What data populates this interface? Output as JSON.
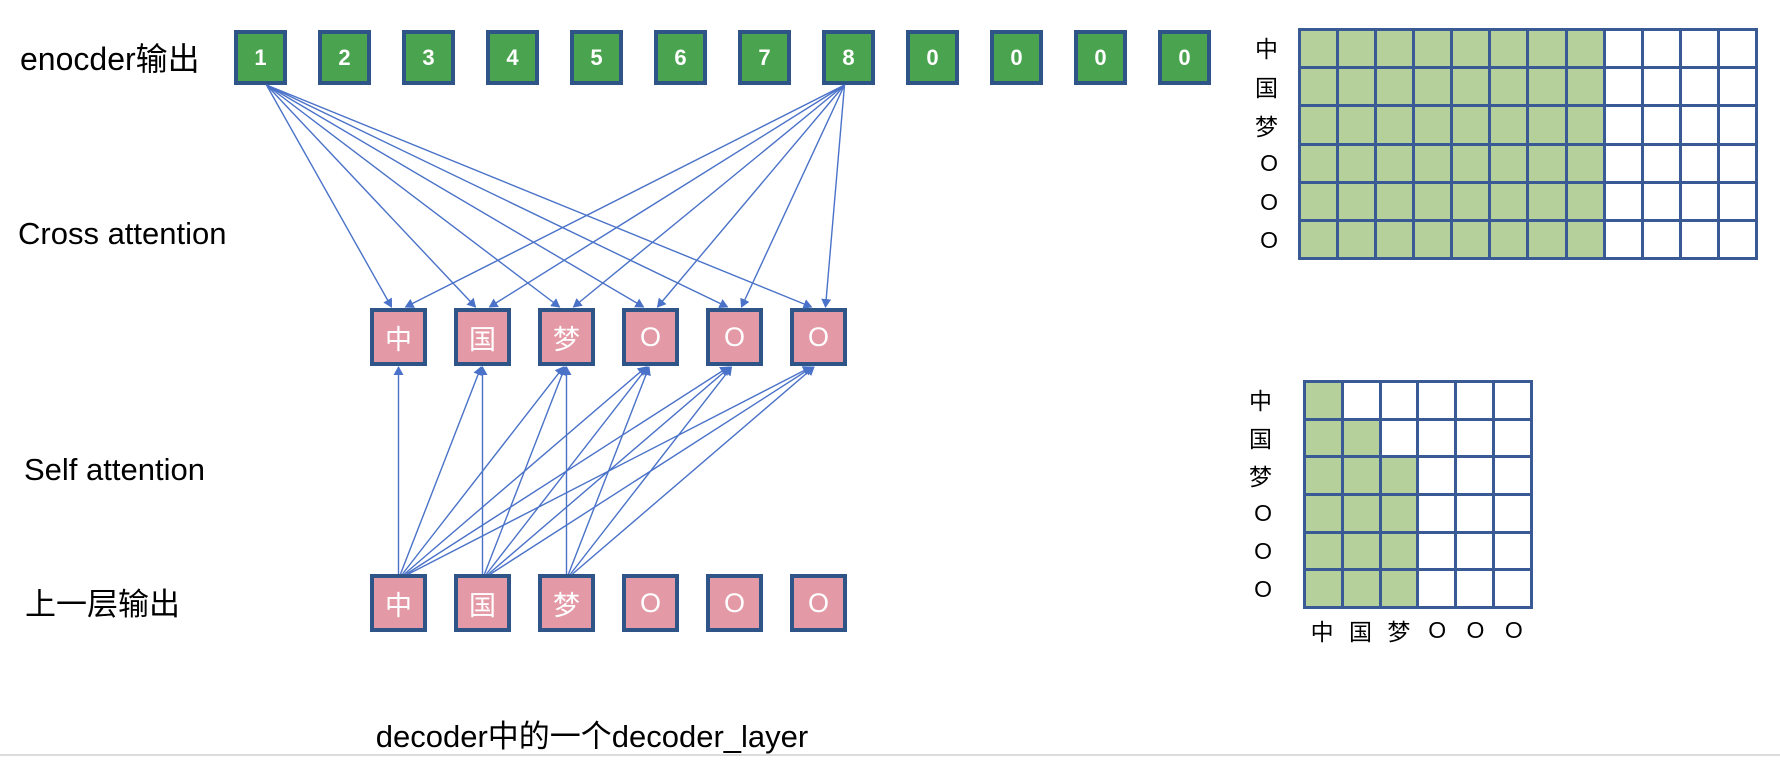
{
  "labels": {
    "encoder_output": "enocder输出",
    "cross_attention": "Cross attention",
    "self_attention": "Self attention",
    "prev_layer_output": "上一层输出"
  },
  "caption": "decoder中的一个decoder_layer",
  "encoder_row": {
    "values": [
      "1",
      "2",
      "3",
      "4",
      "5",
      "6",
      "7",
      "8",
      "0",
      "0",
      "0",
      "0"
    ]
  },
  "decoder_tokens": [
    "中",
    "国",
    "梦",
    "O",
    "O",
    "O"
  ],
  "cross_attention_arrows": {
    "source_indices": [
      0,
      7
    ],
    "target_indices": [
      0,
      1,
      2,
      3,
      4,
      5
    ]
  },
  "self_attention_arrows": {
    "edges": [
      {
        "from": 0,
        "to": [
          0,
          1,
          2,
          3,
          4,
          5
        ]
      },
      {
        "from": 1,
        "to": [
          1,
          2,
          3,
          4,
          5
        ]
      },
      {
        "from": 2,
        "to": [
          2,
          3,
          4,
          5
        ]
      }
    ]
  },
  "masks": {
    "cross": {
      "row_labels": [
        "中",
        "国",
        "梦",
        "O",
        "O",
        "O"
      ],
      "columns": 12,
      "rows": 6,
      "filled_columns_per_row": [
        8,
        8,
        8,
        8,
        8,
        8
      ]
    },
    "self": {
      "row_labels": [
        "中",
        "国",
        "梦",
        "O",
        "O",
        "O"
      ],
      "col_labels": [
        "中",
        "国",
        "梦",
        "O",
        "O",
        "O"
      ],
      "columns": 6,
      "rows": 6,
      "filled_columns_per_row": [
        1,
        2,
        3,
        3,
        3,
        3
      ]
    }
  },
  "colors": {
    "encoder_box_fill": "#4aa34e",
    "token_box_fill": "#e49aa6",
    "box_border": "#2f5488",
    "mask_filled": "#b6d09b",
    "mask_empty": "#ffffff",
    "mask_border": "#3a5a96",
    "arrow": "#4a72c8",
    "text": "#000000"
  }
}
